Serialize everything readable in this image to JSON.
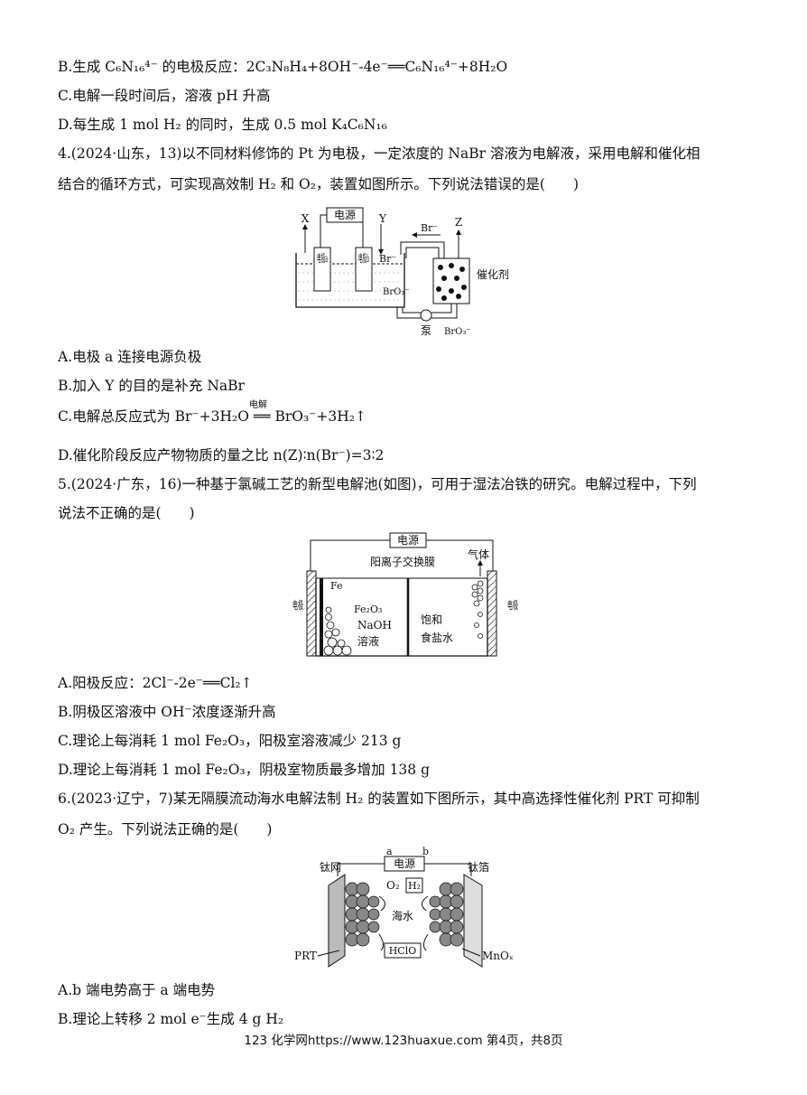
{
  "lines": {
    "l1": "B.生成 C₆N₁₆⁴⁻ 的电极反应：2C₃N₈H₄+8OH⁻-4e⁻══C₆N₁₆⁴⁻+8H₂O",
    "l2": "C.电解一段时间后，溶液 pH 升高",
    "l3": "D.每生成 1 mol H₂ 的同时，生成 0.5 mol K₄C₆N₁₆",
    "l4": "4.(2024·山东，13)以不同材料修饰的 Pt 为电极，一定浓度的 NaBr 溶液为电解液，采用电解和催化相",
    "l5": "结合的循环方式，可实现高效制 H₂ 和 O₂，装置如图所示。下列说法错误的是(　　)",
    "l6": "A.电极 a 连接电源负极",
    "l7": "B.加入 Y 的目的是补充 NaBr",
    "l8": "C.电解总反应式为 Br⁻+3H₂O ══ BrO₃⁻+3H₂↑",
    "l8_cond": "电解",
    "l9": "D.催化阶段反应产物物质的量之比 n(Z)∶n(Br⁻)=3∶2",
    "l10": "5.(2024·广东，16)一种基于氯碱工艺的新型电解池(如图)，可用于湿法冶铁的研究。电解过程中，下列",
    "l11": "说法不正确的是(　　)",
    "l12": "A.阳极反应：2Cl⁻-2e⁻══Cl₂↑",
    "l13": "B.阴极区溶液中 OH⁻浓度逐渐升高",
    "l14": "C.理论上每消耗 1 mol Fe₂O₃，阳极室溶液减少 213 g",
    "l15": "D.理论上每消耗 1 mol Fe₂O₃，阴极室物质最多增加 138 g",
    "l16": "6.(2023·辽宁，7)某无隔膜流动海水电解法制 H₂ 的装置如下图所示，其中高选择性催化剂 PRT 可抑制",
    "l17": "O₂ 产生。下列说法正确的是(　　)",
    "l18": "A.b 端电势高于 a 端电势",
    "l19": "B.理论上转移 2 mol e⁻生成 4 g H₂"
  },
  "fig1": {
    "power": "电源",
    "x": "X",
    "y": "Y",
    "z": "Z",
    "br_top": "Br⁻",
    "br_side": "Br⁻",
    "electrode_a": "电极a",
    "electrode_b": "电极b",
    "bro3_in": "BrO₃⁻",
    "catalyst": "催化剂",
    "pump": "泵",
    "bro3_out": "BrO₃⁻"
  },
  "fig2": {
    "power": "电源",
    "gas": "气体",
    "membrane": "阳离子交换膜",
    "fe": "Fe",
    "fe2o3": "Fe₂O₃",
    "naoh": "NaOH",
    "solution": "溶液",
    "brine1": "饱和",
    "brine2": "食盐水",
    "electrode_left": "电极",
    "electrode_right": "电极"
  },
  "fig3": {
    "a": "a",
    "b": "b",
    "power": "电源",
    "ti_mesh": "钛网",
    "ti_foil": "钛箔",
    "o2": "O₂",
    "h2": "H₂",
    "seawater": "海水",
    "hclo": "HClO",
    "prt": "PRT",
    "mnox": "MnOₓ"
  },
  "footer": "123 化学网https://www.123huaxue.com 第4页，共8页"
}
